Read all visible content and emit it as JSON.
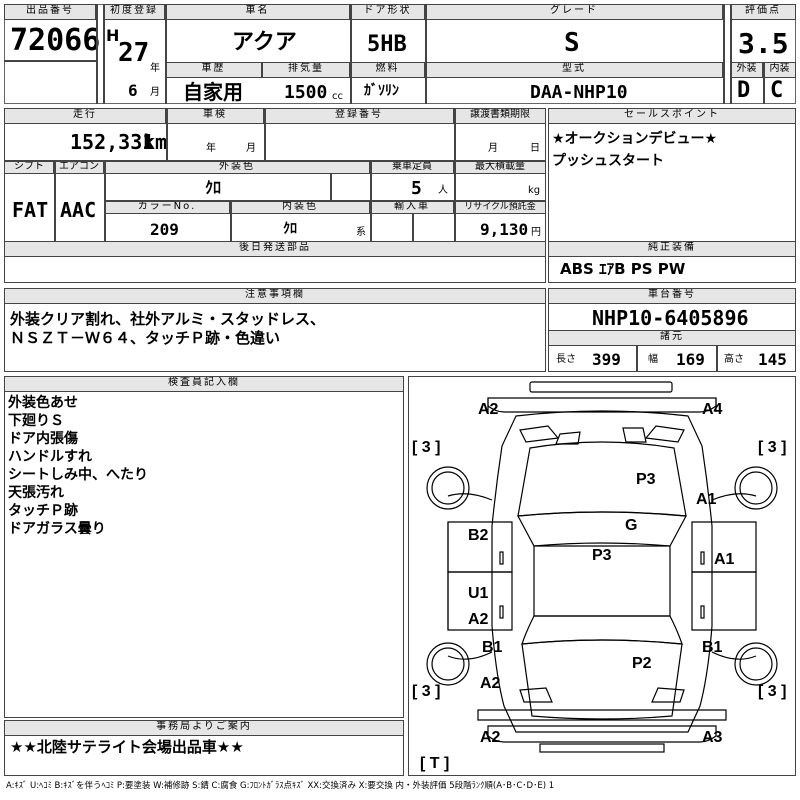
{
  "header": {
    "lot_no_label": "出品番号",
    "lot_no": "72066",
    "first_reg_label": "初度登録",
    "era": "H",
    "year": "27",
    "year_unit": "年",
    "month": "6",
    "month_unit": "月",
    "car_name_label": "車名",
    "car_name": "アクア",
    "door_label": "ドア形状",
    "door": "5HB",
    "grade_label": "グレード",
    "grade": "S",
    "score_label": "評価点",
    "score": "3.5",
    "history_label": "車歴",
    "history": "自家用",
    "displacement_label": "排気量",
    "displacement": "1500",
    "displacement_unit": "cc",
    "fuel_label": "燃料",
    "fuel": "ｶﾞｿﾘﾝ",
    "model_label": "型式",
    "model": "DAA-NHP10",
    "ext_score_label": "外装",
    "ext_score": "D",
    "int_score_label": "内装",
    "int_score": "C"
  },
  "row2": {
    "mileage_label": "走行",
    "mileage": "152,331",
    "mileage_unit": "km",
    "inspection_label": "車検",
    "insp_year_unit": "年",
    "insp_month_unit": "月",
    "reg_no_label": "登録番号",
    "transfer_label": "譲渡書類期限",
    "transfer_month_unit": "月",
    "transfer_day_unit": "日",
    "shift_label": "シフト",
    "shift": "FAT",
    "ac_label": "エアコン",
    "ac": "AAC",
    "ext_color_label": "外装色",
    "ext_color": "ｸﾛ",
    "capacity_label": "乗車定員",
    "capacity": "5",
    "capacity_unit": "人",
    "max_load_label": "最大積載量",
    "max_load_unit": "kg",
    "color_no_label": "カラーNo.",
    "color_no": "209",
    "int_color_label": "内装色",
    "int_color": "ｸﾛ",
    "int_color_unit": "系",
    "import_label": "輸入車",
    "recycle_label": "リサイクル預託金",
    "recycle": "9,130",
    "recycle_unit": "円",
    "later_parts_label": "後日発送部品"
  },
  "sales_points": {
    "label": "セールスポイント",
    "lines": [
      "★オークションデビュー★",
      "プッシュスタート"
    ]
  },
  "equipment": {
    "label": "純正装備",
    "value": "ABS ｴｱB PS PW"
  },
  "notes": {
    "label": "注意事項欄",
    "lines": [
      "外装クリア割れ、社外アルミ・スタッドレス、",
      "ＮＳＺＴ－Ｗ６４、タッチＰ跡・色違い"
    ]
  },
  "chassis": {
    "label": "車台番号",
    "value": "NHP10-6405896",
    "spec_label": "諸元",
    "length_label": "長さ",
    "length": "399",
    "width_label": "幅",
    "width": "169",
    "height_label": "高さ",
    "height": "145"
  },
  "inspector": {
    "label": "検査員記入欄",
    "lines": [
      "外装色あせ",
      "下廻りＳ",
      "ドア内張傷",
      "ハンドルすれ",
      "シートしみ中、へたり",
      "天張汚れ",
      "タッチＰ跡",
      "ドアガラス曇り"
    ]
  },
  "office": {
    "label": "事務局よりご案内",
    "value": "★★北陸サテライト会場出品車★★"
  },
  "legend": "A:ｷｽﾞ U:ﾍｺﾐ B:ｷｽﾞを伴うﾍｺﾐ P:要塗装 W:補修跡 S:錆 C:腐食 G:ﾌﾛﾝﾄｶﾞﾗｽ点ｷｽﾞ XX:交換済み X:要交換 内・外装評価 5段階ﾗﾝｸ順(A･B･C･D･E) 1",
  "diagram": {
    "marks": {
      "front_left": "A2",
      "front_right": "A4",
      "tire_fl": "[ 3 ]",
      "tire_fr": "[ 3 ]",
      "tire_rl": "[ 3 ]",
      "tire_rr": "[ 3 ]",
      "hood": "P3",
      "fender_r": "A1",
      "windshield": "G",
      "door_l_front": "B2",
      "roof": "P3",
      "door_r_front": "A1",
      "door_l_rear_u": "U1",
      "door_l_rear_a": "A2",
      "quarter_l": "B1",
      "quarter_r": "B1",
      "trunk": "P2",
      "rear_l_a": "A2",
      "rear_bumper_l": "A2",
      "rear_bumper_r": "A3",
      "spare": "[ T ]"
    }
  }
}
